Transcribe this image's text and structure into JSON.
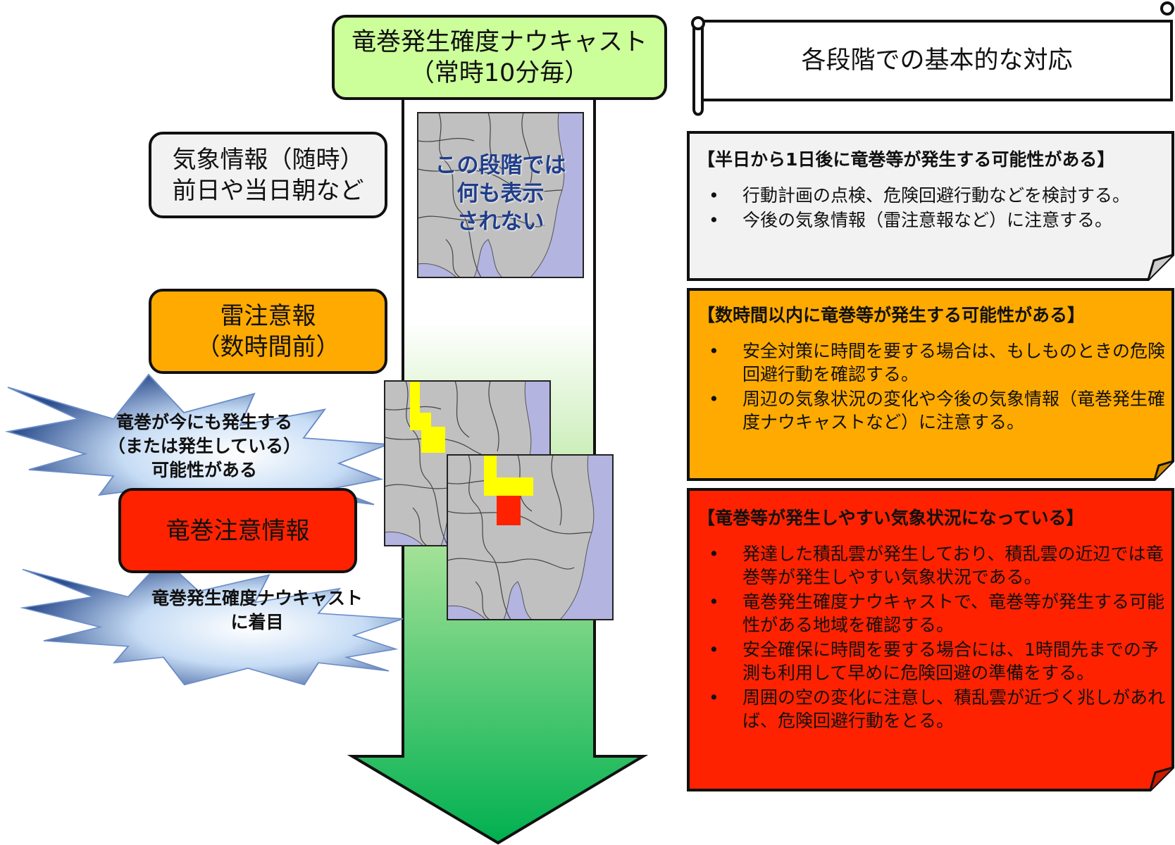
{
  "nowcast_header": {
    "line1": "竜巻発生確度ナウキャスト",
    "line2": "（常時10分毎）"
  },
  "response_header": "各段階での基本的な対応",
  "map_note": {
    "line1": "この段階では",
    "line2": "何も表示",
    "line3": "されない"
  },
  "stages": [
    {
      "line1": "気象情報（随時）",
      "line2": "前日や当日朝など",
      "color": "#f2f2f2"
    },
    {
      "line1": "雷注意報",
      "line2": "（数時間前）",
      "color": "#ffaa00"
    },
    {
      "line1": "竜巻注意情報",
      "color": "#ff2200"
    }
  ],
  "bursts": [
    {
      "line1": "竜巻が今にも発生する",
      "line2": "（または発生している）",
      "line3": "可能性がある"
    },
    {
      "line1": "竜巻発生確度ナウキャスト",
      "line2": "に着目"
    }
  ],
  "responses": [
    {
      "heading": "【半日から1日後に竜巻等が発生する可能性がある】",
      "items": [
        "行動計画の点検、危険回避行動などを検討する。",
        "今後の気象情報（雷注意報など）に注意する。"
      ],
      "color": "#f2f2f2"
    },
    {
      "heading": "【数時間以内に竜巻等が発生する可能性がある】",
      "items": [
        "安全対策に時間を要する場合は、もしものときの危険回避行動を確認する。",
        "周辺の気象状況の変化や今後の気象情報（竜巻発生確度ナウキャストなど）に注意する。"
      ],
      "color": "#ffaa00"
    },
    {
      "heading": "【竜巻等が発生しやすい気象状況になっている】",
      "items": [
        "発達した積乱雲が発生しており、積乱雲の近辺では竜巻等が発生しやすい気象状況である。",
        "竜巻発生確度ナウキャストで、竜巻等が発生する可能性がある地域を確認する。",
        "安全確保に時間を要する場合には、1時間先までの予測も利用して早めに危険回避の準備をする。",
        "周囲の空の変化に注意し、積乱雲が近づく兆しがあれば、危険回避行動をとる。"
      ],
      "color": "#ff2200"
    }
  ]
}
